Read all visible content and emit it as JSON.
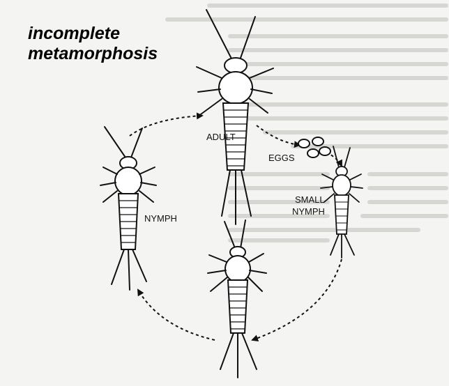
{
  "title": {
    "line1": "incomplete",
    "line2": "metamorphosis"
  },
  "labels": {
    "adult": "ADULT",
    "eggs": "EGGS",
    "small_nymph_1": "SMALL",
    "small_nymph_2": "NYMPH",
    "nymph": "NYMPH"
  },
  "colors": {
    "ink": "#111111",
    "paper": "#f4f4f2",
    "faded_text": "#c9c9c6"
  }
}
